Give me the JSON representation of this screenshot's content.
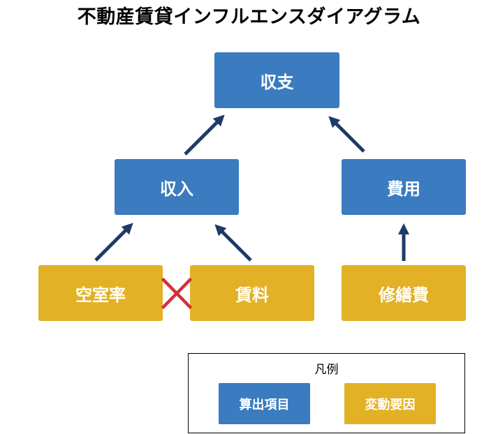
{
  "title": "不動産賃貸インフルエンスダイアグラム",
  "nodes": {
    "balance": "収支",
    "income": "収入",
    "expense": "費用",
    "vacancy": "空室率",
    "rent": "賃料",
    "repair": "修繕費"
  },
  "legend": {
    "title": "凡例",
    "calc_item": "算出項目",
    "variable_factor": "変動要因"
  },
  "colors": {
    "calc_item": "#3B7BBF",
    "variable_factor": "#E2B126",
    "arrow": "#1F3A68",
    "trade_off_mark": "#D0303A"
  }
}
